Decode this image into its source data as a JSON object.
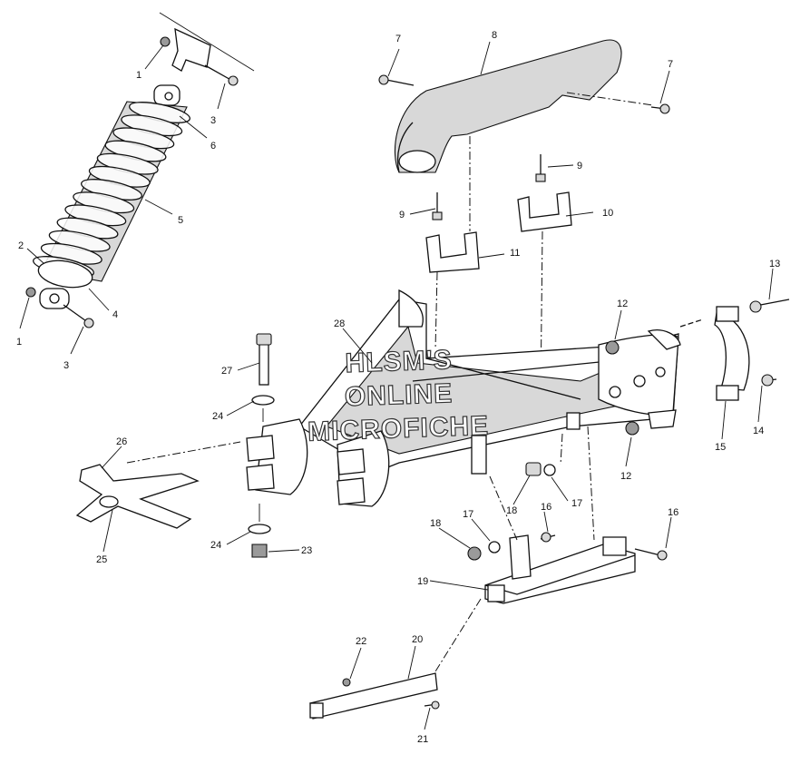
{
  "watermark": {
    "line1": "HLSM'S",
    "line2": "ONLINE",
    "line3": "MICROFICHE"
  },
  "callouts": [
    "1",
    "1",
    "2",
    "3",
    "3",
    "4",
    "5",
    "6",
    "7",
    "7",
    "8",
    "9",
    "9",
    "10",
    "11",
    "12",
    "12",
    "13",
    "14",
    "15",
    "16",
    "16",
    "17",
    "17",
    "18",
    "18",
    "19",
    "20",
    "21",
    "22",
    "23",
    "24",
    "24",
    "25",
    "26",
    "27",
    "28"
  ]
}
